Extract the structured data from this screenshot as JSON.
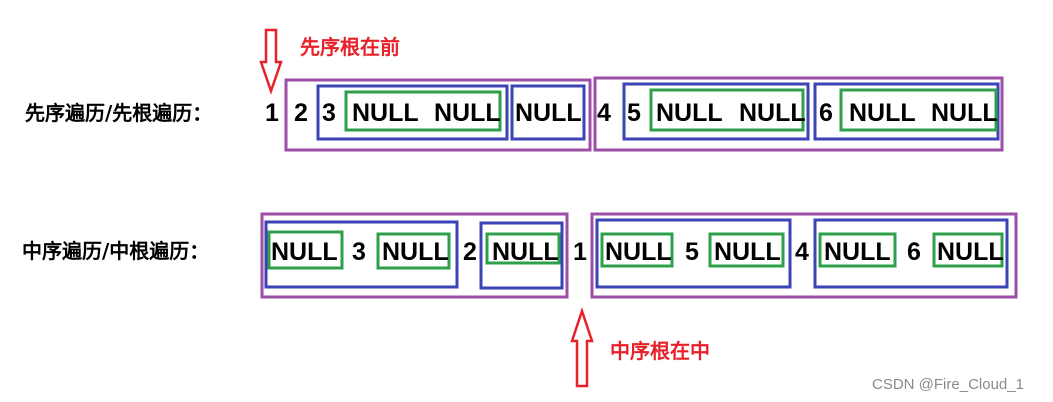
{
  "preorder": {
    "label": "先序遍历/先根遍历：",
    "note": "先序根在前",
    "tokens": [
      "1",
      "2",
      "3",
      "NULL",
      "NULL",
      "NULL",
      "4",
      "5",
      "NULL",
      "NULL",
      "6",
      "NULL",
      "NULL"
    ]
  },
  "inorder": {
    "label": "中序遍历/中根遍历：",
    "note": "中序根在中",
    "tokens": [
      "NULL",
      "3",
      "NULL",
      "2",
      "NULL",
      "1",
      "NULL",
      "5",
      "NULL",
      "4",
      "NULL",
      "6",
      "NULL"
    ]
  },
  "watermark": "CSDN @Fire_Cloud_1",
  "colors": {
    "subtree_level1": "#9b4fa6",
    "subtree_level2": "#3b43b5",
    "subtree_level3": "#2ea04b",
    "annotation": "#e8202a"
  }
}
